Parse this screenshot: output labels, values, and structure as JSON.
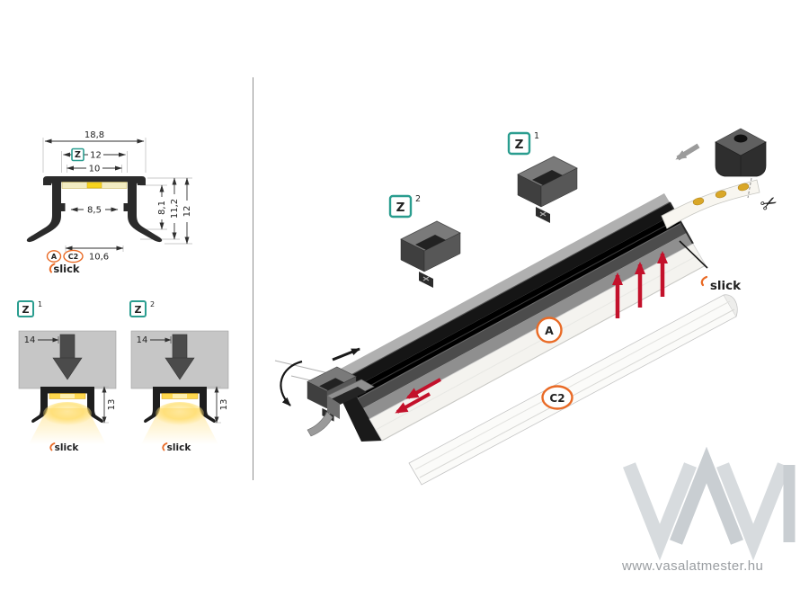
{
  "colors": {
    "accent_green": "#2a9d8f",
    "accent_orange": "#e96a25",
    "arrow_red": "#c3112b"
  },
  "cross_section": {
    "dim_width_outer": "18,8",
    "z_badge": "Z",
    "dim_width_z": "12",
    "dim_width_inner": "10",
    "dim_width_led": "8,5",
    "dim_height_inner": "8,1",
    "dim_height_mid": "11,2",
    "dim_height_outer": "12",
    "dim_width_bottom": "10,6",
    "a_badge": "A",
    "c2_badge": "C2",
    "brand": "slick"
  },
  "z1_diagram": {
    "z_badge": "Z",
    "variant": "1",
    "dim_width": "14",
    "dim_depth": "13",
    "brand": "slick"
  },
  "z2_diagram": {
    "z_badge": "Z",
    "variant": "2",
    "dim_width": "14",
    "dim_depth": "13",
    "brand": "slick"
  },
  "assembly": {
    "z1_badge": "Z",
    "z1_variant": "1",
    "z2_badge": "Z",
    "z2_variant": "2",
    "a_badge": "A",
    "c2_badge": "C2",
    "brand": "slick",
    "scissors_icon": "✂"
  },
  "footer": {
    "website": "www.vasalatmester.hu"
  }
}
